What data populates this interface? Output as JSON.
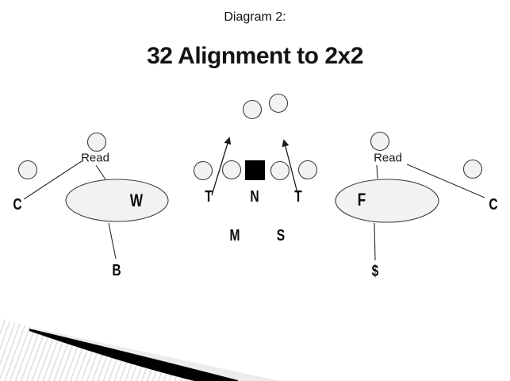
{
  "slide": {
    "caption": "Diagram 2:",
    "title": "32 Alignment to 2x2"
  },
  "diagram": {
    "read_left": "Read",
    "read_right": "Read",
    "positions": {
      "corner_left": "C",
      "will": "W",
      "buck": "B",
      "tackle_left": "T",
      "nose": "N",
      "tackle_right": "T",
      "mike": "M",
      "sam": "S",
      "free": "F",
      "dollar": "$",
      "corner_right": "C"
    }
  },
  "colors": {
    "player_fill": "#f2f2f1",
    "player_stroke": "#3d3d3d",
    "center_square": "#000000",
    "connector": "#2b2b2b",
    "footer_stripe": "#000000",
    "footer_band": "#ececec",
    "footer_hatch_line": "#d9d9d9"
  }
}
